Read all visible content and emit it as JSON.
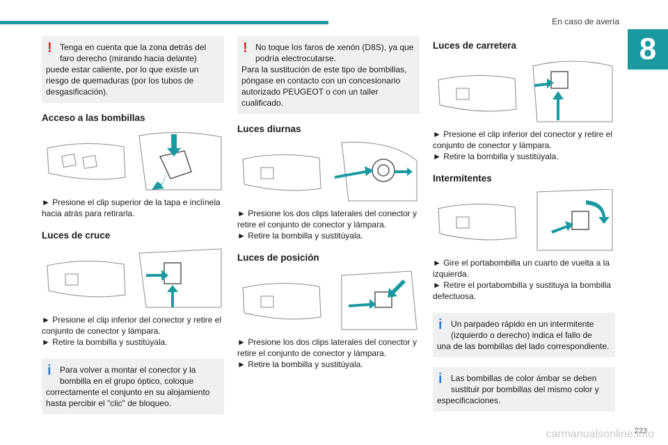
{
  "header": {
    "chapter_title": "En caso de avería",
    "chapter_number": "8"
  },
  "col1": {
    "warning": {
      "first": "Tenga en cuenta que la zona detrás del faro derecho (mirando hacia delante)",
      "rest": "puede estar caliente, por lo que existe un riesgo de quemaduras (por los tubos de desgasificación)."
    },
    "access_title": "Acceso a las bombillas",
    "access_step": "► Presione el clip superior de la tapa e inclínela hacia atrás para retirarla.",
    "cruce_title": "Luces de cruce",
    "cruce_step1": "► Presione el clip inferior del conector y retire el conjunto de conector y lámpara.",
    "cruce_step2": "► Retire la bombilla y sustitúyala.",
    "info": {
      "first": "Para volver a montar el conector y la bombilla en el grupo óptico, coloque",
      "rest": "correctamente el conjunto en su alojamiento hasta percibir el \"clic\" de bloqueo."
    }
  },
  "col2": {
    "warning": {
      "first": "No toque los faros de xenón (D8S), ya que podría electrocutarse.",
      "rest": "Para la sustitución de este tipo de bombillas, póngase en contacto con un concesionario autorizado PEUGEOT o con un taller cualificado."
    },
    "diurnas_title": "Luces diurnas",
    "diurnas_step1": "► Presione los dos clips laterales del conector y retire el conjunto de conector y lámpara.",
    "diurnas_step2": "► Retire la bombilla y sustitúyala.",
    "posicion_title": "Luces de posición",
    "posicion_step1": "► Presione los dos clips laterales del conector y retire el conjunto de conector y lámpara.",
    "posicion_step2": "► Retire la bombilla y sustitúyala."
  },
  "col3": {
    "carretera_title": "Luces de carretera",
    "carretera_step1": "► Presione el clip inferior del conector y retire el conjunto de conector y lámpara.",
    "carretera_step2": "► Retire la bombilla y sustitúyala.",
    "intermitentes_title": "Intermitentes",
    "inter_step1": "► Gire el portabombilla un cuarto de vuelta a la izquierda.",
    "inter_step2": "► Retire el portabombilla y sustituya la bombilla defectuosa.",
    "info1": {
      "first": "Un parpadeo rápido en un intermitente (izquierdo o derecho) indica el fallo de",
      "rest": "una de las bombillas del lado correspondiente."
    },
    "info2": {
      "first": "Las bombillas de color ámbar se deben sustituir por bombillas del mismo color y",
      "rest": "especificaciones."
    }
  },
  "footer": {
    "page_number": "223",
    "watermark": "carmanualsonline.info"
  },
  "colors": {
    "accent": "#1a9aa0",
    "warning": "#e3262e",
    "info": "#3a7fc9",
    "box_bg": "#eef0f2"
  }
}
